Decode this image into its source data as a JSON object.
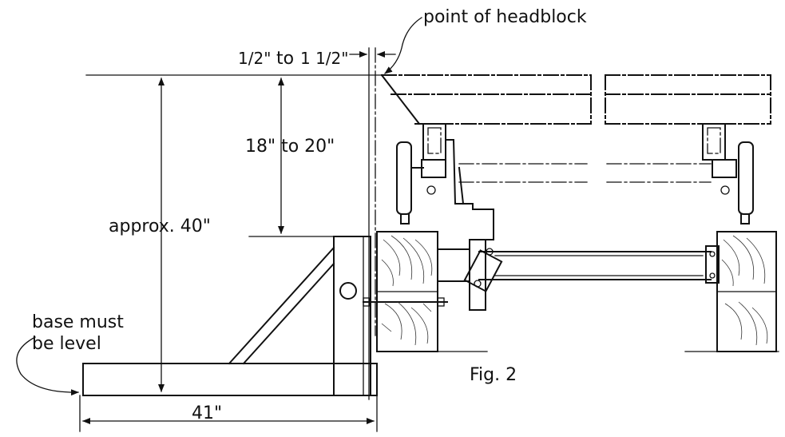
{
  "labels": {
    "point_of_headblock": "point of headblock",
    "half_inch": "1/2\"",
    "to": "to",
    "one_half_inch": "1 1/2\"",
    "height_18_20": "18\" to 20\"",
    "approx_40": "approx. 40\"",
    "base_must_line1": "base must",
    "base_must_line2": "be level",
    "width_41": "41\"",
    "figure": "Fig. 2"
  }
}
